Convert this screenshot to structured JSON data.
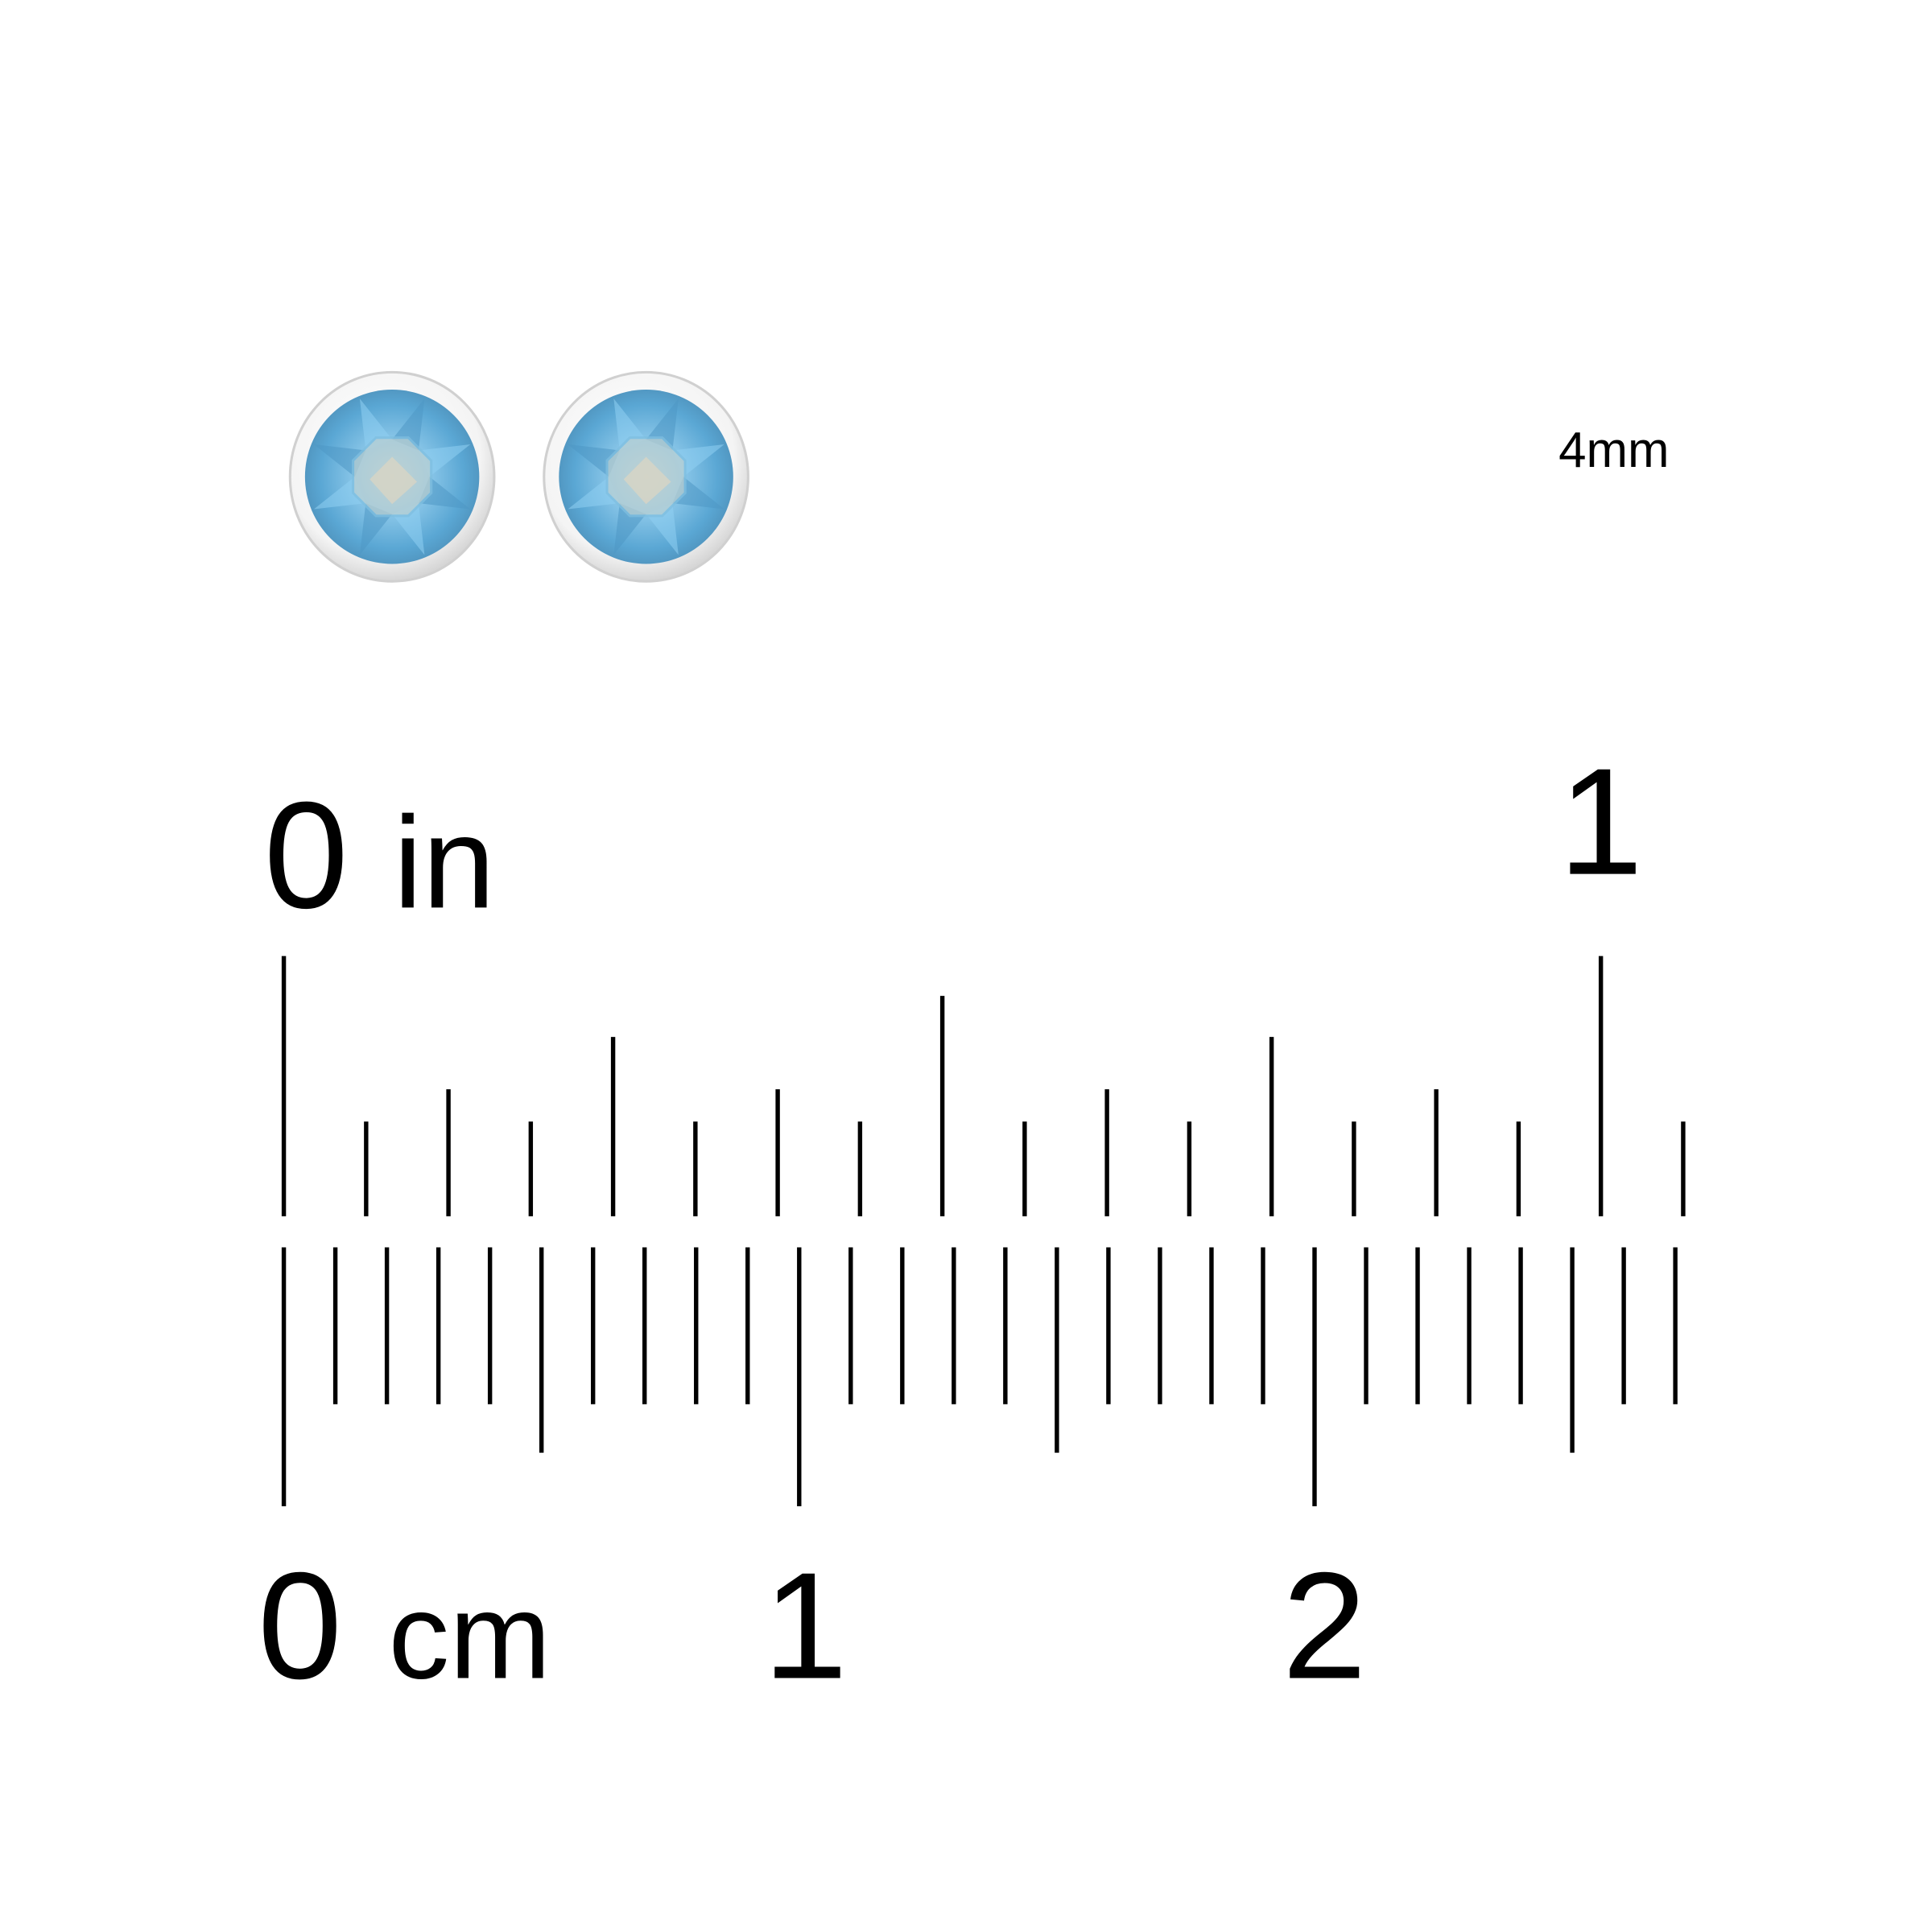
{
  "product": {
    "size_label": "4mm",
    "stone_color": "#6fb2d8",
    "metal_color": "#f2f2f2",
    "earrings": [
      {
        "name": "left-stud"
      },
      {
        "name": "right-stud"
      }
    ]
  },
  "ruler": {
    "inch": {
      "unit_label": "in",
      "start_label": "0",
      "end_label": "1",
      "subdivisions_per_unit": 16,
      "extent_units": 1.0625
    },
    "cm": {
      "unit_label": "cm",
      "labels": [
        "0",
        "1",
        "2"
      ],
      "subdivisions_per_unit": 10,
      "extent_mm": 27
    },
    "tick_color": "#000000"
  }
}
